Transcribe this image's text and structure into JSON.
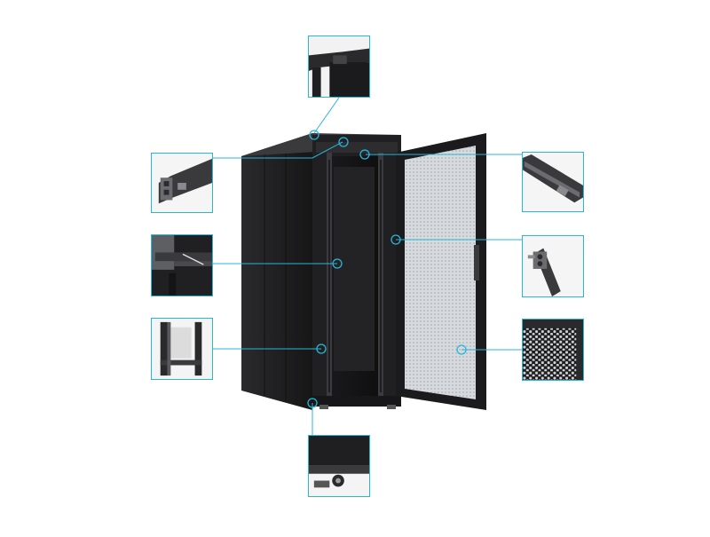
{
  "colors": {
    "accent": "#29b6d8",
    "cabinet_dark": "#1f1f21",
    "cabinet_mid": "#2b2b2e",
    "door_mesh": "#cfd2d6",
    "background": "#ffffff"
  },
  "callouts": [
    {
      "id": "top-corner-detail",
      "icon": "top-frame-corner"
    },
    {
      "id": "left-frame-profile",
      "icon": "aluminum-profile-section"
    },
    {
      "id": "mounting-rail-detail",
      "icon": "adjustable-rail"
    },
    {
      "id": "side-frame-detail",
      "icon": "frame-structure"
    },
    {
      "id": "bottom-base-detail",
      "icon": "caster-base"
    },
    {
      "id": "right-rail-profile",
      "icon": "vertical-rail-profile"
    },
    {
      "id": "door-hinge-profile",
      "icon": "hinge-profile-section"
    },
    {
      "id": "perforated-door-detail",
      "icon": "hex-perforated-mesh"
    }
  ]
}
